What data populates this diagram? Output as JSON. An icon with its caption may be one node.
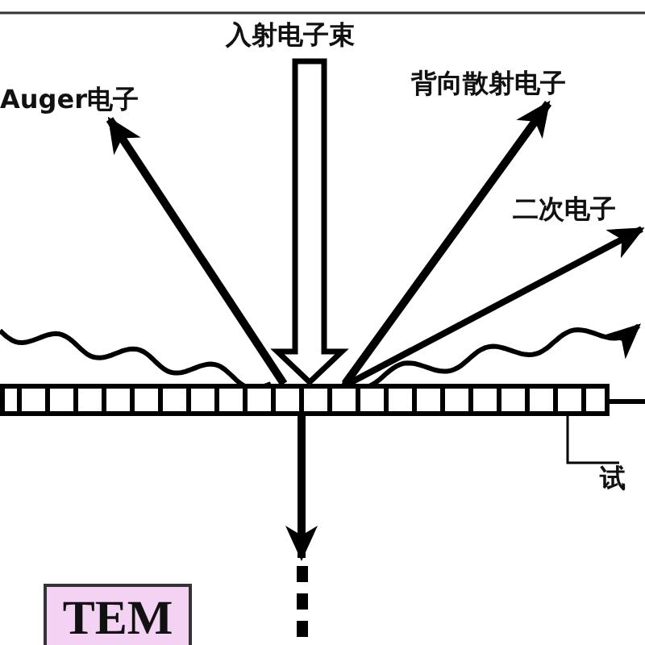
{
  "diagram": {
    "nodes": [
      {
        "text": [
          "入射电子束"
        ]
      },
      {
        "text": [
          "Auger电子"
        ]
      },
      {
        "text": [
          "背向散射电子"
        ]
      },
      {
        "text": [
          "二次电子"
        ]
      },
      {
        "text": [],
        "shape": "bar"
      },
      {
        "text": [
          "试"
        ]
      },
      {
        "text": [
          "TEM"
        ]
      }
    ],
    "edges": [
      {
        "from": 0,
        "to": 4,
        "arrow": "to"
      },
      {
        "from": 4,
        "to": 1,
        "arrow": "to"
      },
      {
        "from": 4,
        "to": 2,
        "arrow": "to"
      },
      {
        "from": 4,
        "to": 3,
        "arrow": "to"
      },
      {
        "from": null,
        "to": 4,
        "arrow": "none"
      },
      {
        "from": 4,
        "to": null,
        "arrow": "to"
      },
      {
        "from": 4,
        "to": null,
        "arrow": "to"
      },
      {
        "from": 5,
        "to": 4,
        "arrow": "none"
      }
    ]
  }
}
